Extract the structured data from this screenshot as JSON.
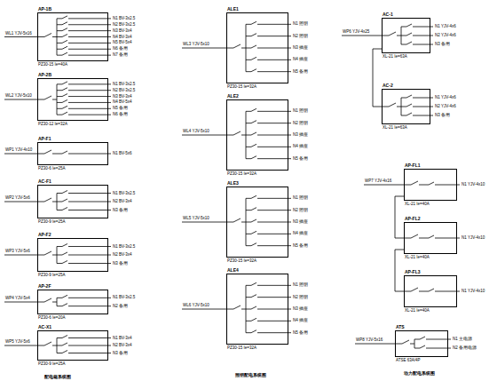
{
  "diagram": {
    "nodes": [
      {
        "text": [
          "AP-1B",
          "PZ30-15 Ie=40A"
        ]
      },
      {
        "text": [
          "AP-2B",
          "PZ30-12 Ie=32A"
        ]
      },
      {
        "text": [
          "AP-F1",
          "PZ30-6 Ie=25A"
        ]
      },
      {
        "text": [
          "AC-F1",
          "PZ30-9 Ie=25A"
        ]
      },
      {
        "text": [
          "AP-F2",
          "PZ30-9 Ie=25A"
        ]
      },
      {
        "text": [
          "AP-2F",
          "PZ30-6 Ie=20A"
        ]
      },
      {
        "text": [
          "AC-X1",
          "PZ30-9 Ie=25A"
        ]
      },
      {
        "text": [
          "ALE1",
          "PZ30-15 Ie=32A"
        ]
      },
      {
        "text": [
          "ALE2",
          "PZ30-15 Ie=32A"
        ]
      },
      {
        "text": [
          "ALE3",
          "PZ30-15 Ie=32A"
        ]
      },
      {
        "text": [
          "ALE4",
          "PZ30-15 Ie=32A"
        ]
      },
      {
        "text": [
          "AC-1",
          "XL-21 Ie=63A"
        ]
      },
      {
        "text": [
          "AC-2",
          "XL-21 Ie=63A"
        ]
      },
      {
        "text": [
          "AP-FL1",
          "XL-21 Ie=40A"
        ]
      },
      {
        "text": [
          "AP-FL2",
          "XL-21 Ie=40A"
        ]
      },
      {
        "text": [
          "AP-FL3",
          "XL-21 Ie=40A"
        ]
      },
      {
        "text": [
          "ATS",
          "ATSE 63A/4P"
        ]
      }
    ],
    "edges": [
      {
        "from": 11,
        "to": 12,
        "arrow": "none"
      },
      {
        "from": 13,
        "to": 14,
        "arrow": "none"
      },
      {
        "from": 14,
        "to": 15,
        "arrow": "none"
      }
    ],
    "labels": [
      "WL1 YJV-5x16",
      "N1 BV-3x2.5",
      "N2 BV-3x2.5",
      "N3 BV-3x4",
      "N4 BV-3x4",
      "N5 BV-5x4",
      "N6 备用",
      "N7 备用",
      "WL2 YJV-5x10",
      "N1 BV-3x2.5",
      "N2 BV-3x2.5",
      "N3 BV-3x4",
      "N4 BV-5x4",
      "N5 备用",
      "N6 备用",
      "WP1 YJV-4x10",
      "N1 BV-5x6",
      "WP2 YJV-5x6",
      "N1 BV-3x2.5",
      "N2 BV-3x4",
      "N3 备用",
      "WP3 YJV-5x6",
      "N1 BV-3x2.5",
      "N2 BV-3x4",
      "N3 备用",
      "WP4 YJV-5x4",
      "N1 BV-3x2.5",
      "N2 备用",
      "WP5 YJV-5x6",
      "N1 BV-3x4",
      "N2 BV-3x4",
      "N3 备用",
      "WL3 YJV-5x10",
      "N1 照明",
      "N2 照明",
      "N3 插座",
      "N4 插座",
      "N5 备用",
      "WL4 YJV-5x10",
      "N1 照明",
      "N2 照明",
      "N3 插座",
      "N4 插座",
      "N5 备用",
      "WL5 YJV-5x10",
      "N1 照明",
      "N2 照明",
      "N3 插座",
      "N4 插座",
      "N5 备用",
      "WL6 YJV-5x10",
      "N1 照明",
      "N2 照明",
      "N3 插座",
      "N4 插座",
      "N5 备用",
      "WP6 YJV-4x25",
      "N1 YJV-4x6",
      "N2 YJV-4x6",
      "N3 备用",
      "N1 YJV-4x6",
      "N2 YJV-4x6",
      "N3 备用",
      "WP7 YJV-4x16",
      "N1 YJV-4x10",
      "N1 YJV-4x10",
      "N1 YJV-4x10",
      "WP8 YJV-5x16",
      "N1 主电源",
      "N2 备用电源",
      "照明配电系统图",
      "动力配电系统图",
      "配电箱系统图"
    ]
  }
}
